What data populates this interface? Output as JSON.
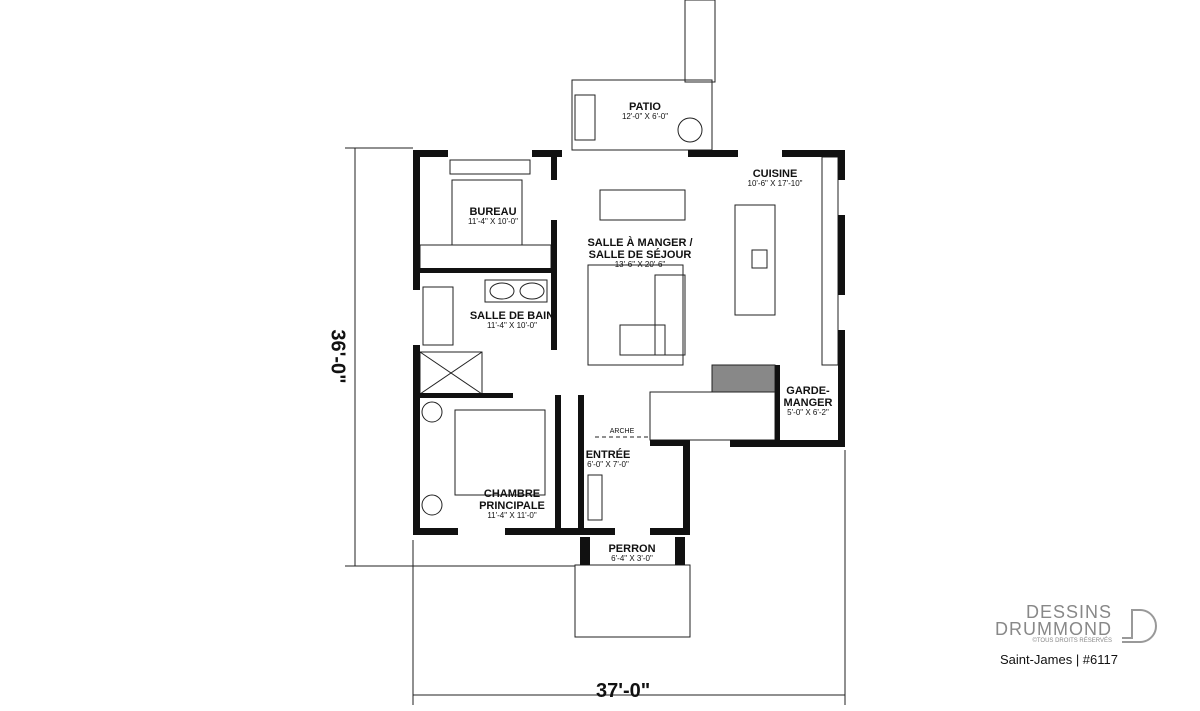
{
  "plan": {
    "rooms": [
      {
        "id": "patio",
        "name": "PATIO",
        "dims": "12'-0\" X 6'-0\""
      },
      {
        "id": "bureau",
        "name": "BUREAU",
        "dims": "11'-4\" X 10'-0\""
      },
      {
        "id": "salle-manger",
        "name": "SALLE À MANGER /",
        "name2": "SALLE DE SÉJOUR",
        "dims": "13'-6\" X 20'-6\""
      },
      {
        "id": "cuisine",
        "name": "CUISINE",
        "dims": "10'-6\" X 17'-10\""
      },
      {
        "id": "salle-bain",
        "name": "SALLE DE BAIN",
        "dims": "11'-4\" X 10'-0\""
      },
      {
        "id": "garde-manger",
        "name": "GARDE-",
        "name2": "MANGER",
        "dims": "5'-0\" X 6'-2\""
      },
      {
        "id": "entree",
        "name": "ENTRÉE",
        "dims": "6'-0\" X 7'-0\""
      },
      {
        "id": "chambre",
        "name": "CHAMBRE",
        "name2": "PRINCIPALE",
        "dims": "11'-4\" X 11'-0\""
      },
      {
        "id": "perron",
        "name": "PERRON",
        "dims": "6'-4\" X 3'-0\""
      }
    ],
    "arche_label": "ARCHE",
    "depth": "36'-0\"",
    "width": "37'-0\""
  },
  "logo": {
    "line1": "DESSINS",
    "line2": "DRUMMOND",
    "rights": "©TOUS DROITS RÉSERVÉS",
    "model": "Saint-James | #6117"
  }
}
